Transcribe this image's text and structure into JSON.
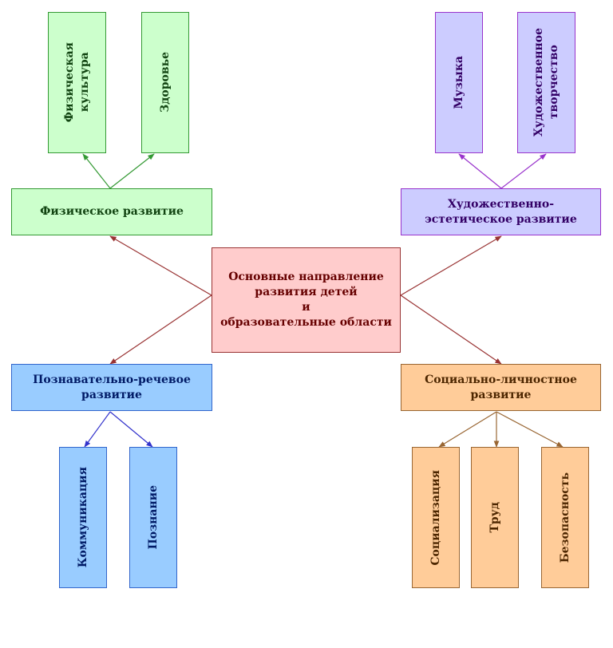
{
  "center": {
    "label": "Основные направление\nразвития детей\nи\nобразовательные области"
  },
  "physical": {
    "label": "Физическое развитие",
    "children": [
      "Физическая\nкультура",
      "Здоровье"
    ]
  },
  "artistic": {
    "label": "Художественно-\nэстетическое развитие",
    "children": [
      "Музыка",
      "Художественное\nтворчество"
    ]
  },
  "cognitive": {
    "label": "Познавательно-речевое\nразвитие",
    "children": [
      "Коммуникация",
      "Познание"
    ]
  },
  "social": {
    "label": "Социально-личностное\nразвитие",
    "children": [
      "Социализация",
      "Труд",
      "Безопасность"
    ]
  },
  "colors": {
    "green_arrow": "#339933",
    "violet_arrow": "#9933cc",
    "center_arrow": "#993333",
    "blue_arrow": "#3333cc",
    "orange_arrow": "#996633"
  }
}
